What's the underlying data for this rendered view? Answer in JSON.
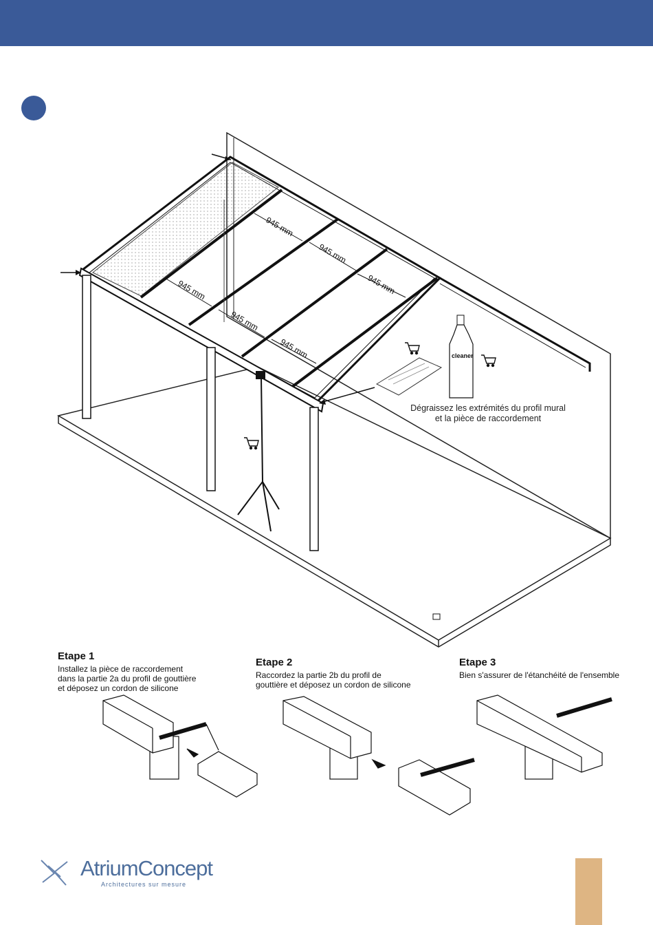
{
  "dimensions": {
    "d1": "945 mm",
    "d2": "945 mm",
    "d3": "945 mm",
    "d4": "945 mm",
    "d5": "945 mm",
    "d6": "945 mm"
  },
  "bottle_label": "cleaner",
  "caption": {
    "line1": "Dégraissez les extrémités du profil mural",
    "line2": "et la pièce de raccordement"
  },
  "steps": [
    {
      "title": "Etape 1",
      "text": "Installez la pièce de raccordement dans la partie 2a du profil de gouttière et déposez un cordon de silicone"
    },
    {
      "title": "Etape 2",
      "text": "Raccordez la partie 2b du profil de gouttière et déposez un cordon de silicone"
    },
    {
      "title": "Etape 3",
      "text": "Bien s'assurer de l'étanchéité de l'ensemble"
    }
  ],
  "logo": {
    "brand": "AtriumConcept",
    "tagline": "Architectures sur mesure"
  },
  "icons": {
    "cart": "shopping-cart-icon",
    "logo_mark": "star-logo-icon"
  },
  "colors": {
    "header": "#3a5a98",
    "tab": "#deb583",
    "logo": "#4d6e9c"
  }
}
